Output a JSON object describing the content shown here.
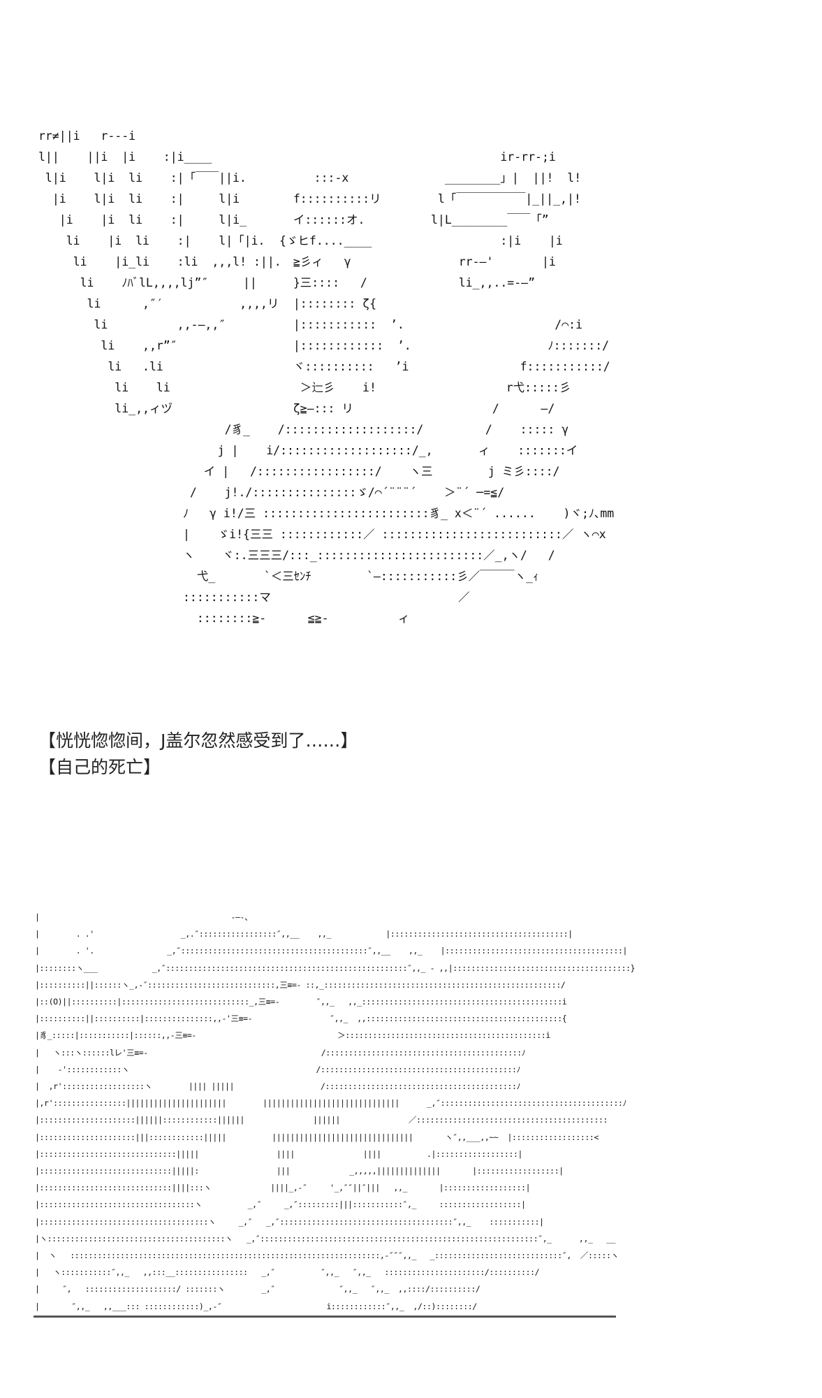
{
  "art": {
    "hand": [
      "rr≠||i   r---i",
      "l||    ||i  |i    :|i____",
      " l|i    l|i  li    :|「￣￣||i.",
      "  |i    l|i  li    :|     l|i",
      "   |i    |i  li    :|     l|i_",
      "    li    |i  li    :|    l|「|i.",
      "     li    |i_li    :li  ,,,l! :||.",
      "      li    ﾉﾊﾞlL,,,,lj”″     ||",
      "       li      ,″′           ,,,,リ",
      "        li          ,,-―,,″",
      "         li    ,,r”″",
      "          li   .li",
      "           li    li",
      "           li_,,ィヅ"
    ],
    "head": [
      "     :::-x",
      "  f::::::::::リ",
      "  イ::::::オ.",
      "{ゞヒf....____",
      "  ≧彡ィ   γ",
      "  }三::::   /",
      "  |:::::::: ζ{",
      "  |:::::::::::  ’.",
      "  |::::::::::::  ’.",
      "  ヾ::::::::::   ’i",
      "   ＞辷彡    i!",
      "  ζ≧―::: リ"
    ],
    "hook": [
      "          ir-rr-;i",
      "  ________」|  ||!  l!",
      " l「￣￣￣￣￣￣|_||_,|!",
      "l|L________￣￣「”",
      "          :|i    |i",
      "    rr-―'       |i",
      "    li_,,..=-―”"
    ],
    "arm": [
      "           /⌒:i",
      "          ﾉ:::::::/",
      "      f:::::::::::/",
      "    r弋:::::彡",
      "  /      ―/",
      " /    ::::: γ",
      "ィ    :::::::イ"
    ],
    "body": [
      "      /豸_    /:::::::::::::::::::/",
      "     j |    i/:::::::::::::::::::/_,",
      "   イ |   /:::::::::::::::::/    ヽ三        j ミ彡::::/",
      " /    j!./:::::::::::::::ゞ/⌒´¨¨¨´    ＞¨´ ─=≦/",
      "ﾉ   γ i!/三 ::::::::::::::::::::::::豸_ x＜¨´ ......    )ヾ;ﾉ､mm",
      "|    ゞi!{三三 ::::::::::::／ ::::::::::::::::::::::::::／ ヽ⌒x",
      "ヽ    ヾ:.三三三/:::_::::::::::::::::::::::::／_,ヽ/   /",
      "  弋_       `＜三ｾﾝﾁ        `―:::::::::::彡／￣￣￣ヽ_ｨ",
      ":::::::::::マ                           ／",
      "  ::::::::≧-      ≦≧-          ィ"
    ],
    "bottom": [
      "|                                          ‐―‐、",
      "|        . .'                   _,.″:::::::::::::::::″,,__    ,,_            |:::::::::::::::::::::::::::::::::::::::|",
      "|        . '.                _,″:::::::::::::::::::::::::::::::::::::::::″,,__    ,,_    |:::::::::::::::::::::::::::::::::::::::|",
      "|::::::::ヽ___            _,″:::::::::::::::::::::::::::::::::::::::::::::::::::::″,,_ ‐ ,,|:::::::::::::::::::::::::::::::::::::::}",
      "|::::::::::||::::::ヽ_,-″::::::::::::::::::::::::::::,三≡=- ::,_::::::::::::::::::::::::::::::::::::::::::::::::::::/",
      "|::(O)||::::::::::|::::::::::::::::::::::::::::_,三≡=-        ″,,_   ,,_::::::::::::::::::::::::::::::::::::::::::::i",
      "|::::::::::||::::::::::|:::::::::::::::,,-'三≡=-                 ″,,_  ,,:::::::::::::::::::::::::::::::::::::::::::{",
      "|豸_:::::|:::::::::::|::::::,,-三≡=-                               ＞::::::::::::::::::::::::::::::::::::::::::::i",
      "|   ヽ:::ヽ::::::lレ'三≡=-                                      /:::::::::::::::::::::::::::::::::::::::::::ﾉ",
      "|    -'::::::::::::ヽ                                         /:::::::::::::::::::::::::::::::::::::::::::ﾉ",
      "|  ,r'::::::::::::::::::ヽ        |||| |||||                   /::::::::::::::::::::::::::::::::::::::::::ﾉ",
      "|,r'::::::::::::::::||||||||||||||||||||||        ||||||||||||||||||||||||||||||      _,″::::::::::::::::::::::::::::::::::::::::ﾉ",
      "|:::::::::::::::::::::||||||::::::::::::||||||               ||||||               ／::::::::::::::::::::::::::::::::::::::::::",
      "|:::::::::::::::::::::|||::::::::::::|||||          |||||||||||||||||||||||||||||||       ヽ″,,___,,~~  |::::::::::::::::::<",
      "|::::::::::::::::::::::::::::::|||||                 ||||               ||||          .|::::::::::::::::::|",
      "|:::::::::::::::::::::::::::::|||||:                 |||             _,,,,,||||||||||||||       |::::::::::::::::::|",
      "|:::::::::::::::::::::::::::::||||:::ヽ             ||||_,-″     '_,″″||″|||   ,,_       |::::::::::::::::::|",
      "|::::::::::::::::::::::::::::::::::ヽ          _,″     _,″:::::::::|||:::::::::::″,_     ::::::::::::::::::|",
      "|:::::::::::::::::::::::::::::::::::::ヽ     _,″   _,″::::::::::::::::::::::::::::::::::::::″,,_    :::::::::::|",
      "|ヽ:::::::::::::::::::::::::::::::::::::::ヽ   _,″:::::::::::::::::::::::::::::::::::::::::::::::::::::::::::::″,_      ,,_   __",
      "|  ヽ   ::::::::::::::::::::::::::::::::::::::::::::::::::::::::::::::::::::,-″″″,,_   _::::::::::::::::::::::::::::″,  ／:::::ヽ",
      "|   ヽ:::::::::::″,,_   ,,:::__::::::::::::::::   _,″          ″,,_   ″,,_   ::::::::::::::::::::::/::::::::::/",
      "|     ″,   ::::::::::::::::::::/ :::::::ヽ        _,″              ″,,_   ″,,_  ,,::::/::::::::::/",
      "|       ″,,_   ,,___::: ::::::::::::)_,-″                       i::::::::::::″,,_  ,/::)::::::::/"
    ]
  },
  "captions": {
    "line1": "【恍恍惚惚间，J盖尔忽然感受到了……】",
    "line2": "【自己的死亡】"
  }
}
